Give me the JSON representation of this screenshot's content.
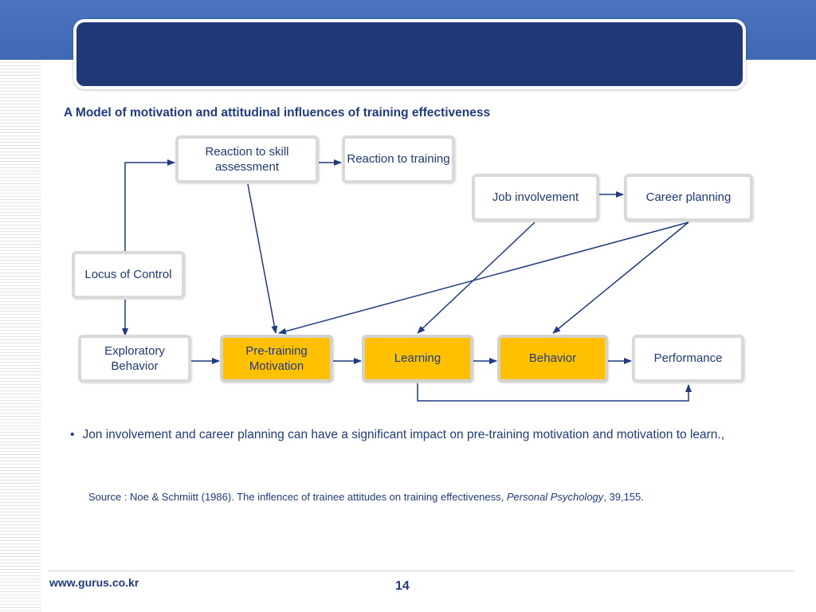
{
  "slide": {
    "heading": "A Model of motivation and attitudinal influences of training effectiveness"
  },
  "nodes": {
    "reaction_skill": "Reaction to skill assessment",
    "reaction_training": "Reaction to training",
    "job_involvement": "Job involvement",
    "career_planning": "Career planning",
    "locus_of_control": "Locus of Control",
    "exploratory_behavior": "Exploratory Behavior",
    "pretraining_motivation": "Pre-training Motivation",
    "learning": "Learning",
    "behavior": "Behavior",
    "performance": "Performance"
  },
  "colors": {
    "highlight": "#ffc000",
    "text": "#1f3b82",
    "arrow": "#1f3b82",
    "title_bar": "#213878"
  },
  "bullet": {
    "marker": "•",
    "text": "Jon involvement and career planning can have a significant impact on pre-training motivation and motivation to learn.,"
  },
  "source": {
    "prefix": "Source : Noe & Schmiitt (1986). The inflencec of trainee attitudes on training effectiveness, ",
    "journal": "Personal Psychology",
    "suffix": ", 39,155."
  },
  "footer": {
    "url": "www.gurus.co.kr",
    "page": "14"
  }
}
